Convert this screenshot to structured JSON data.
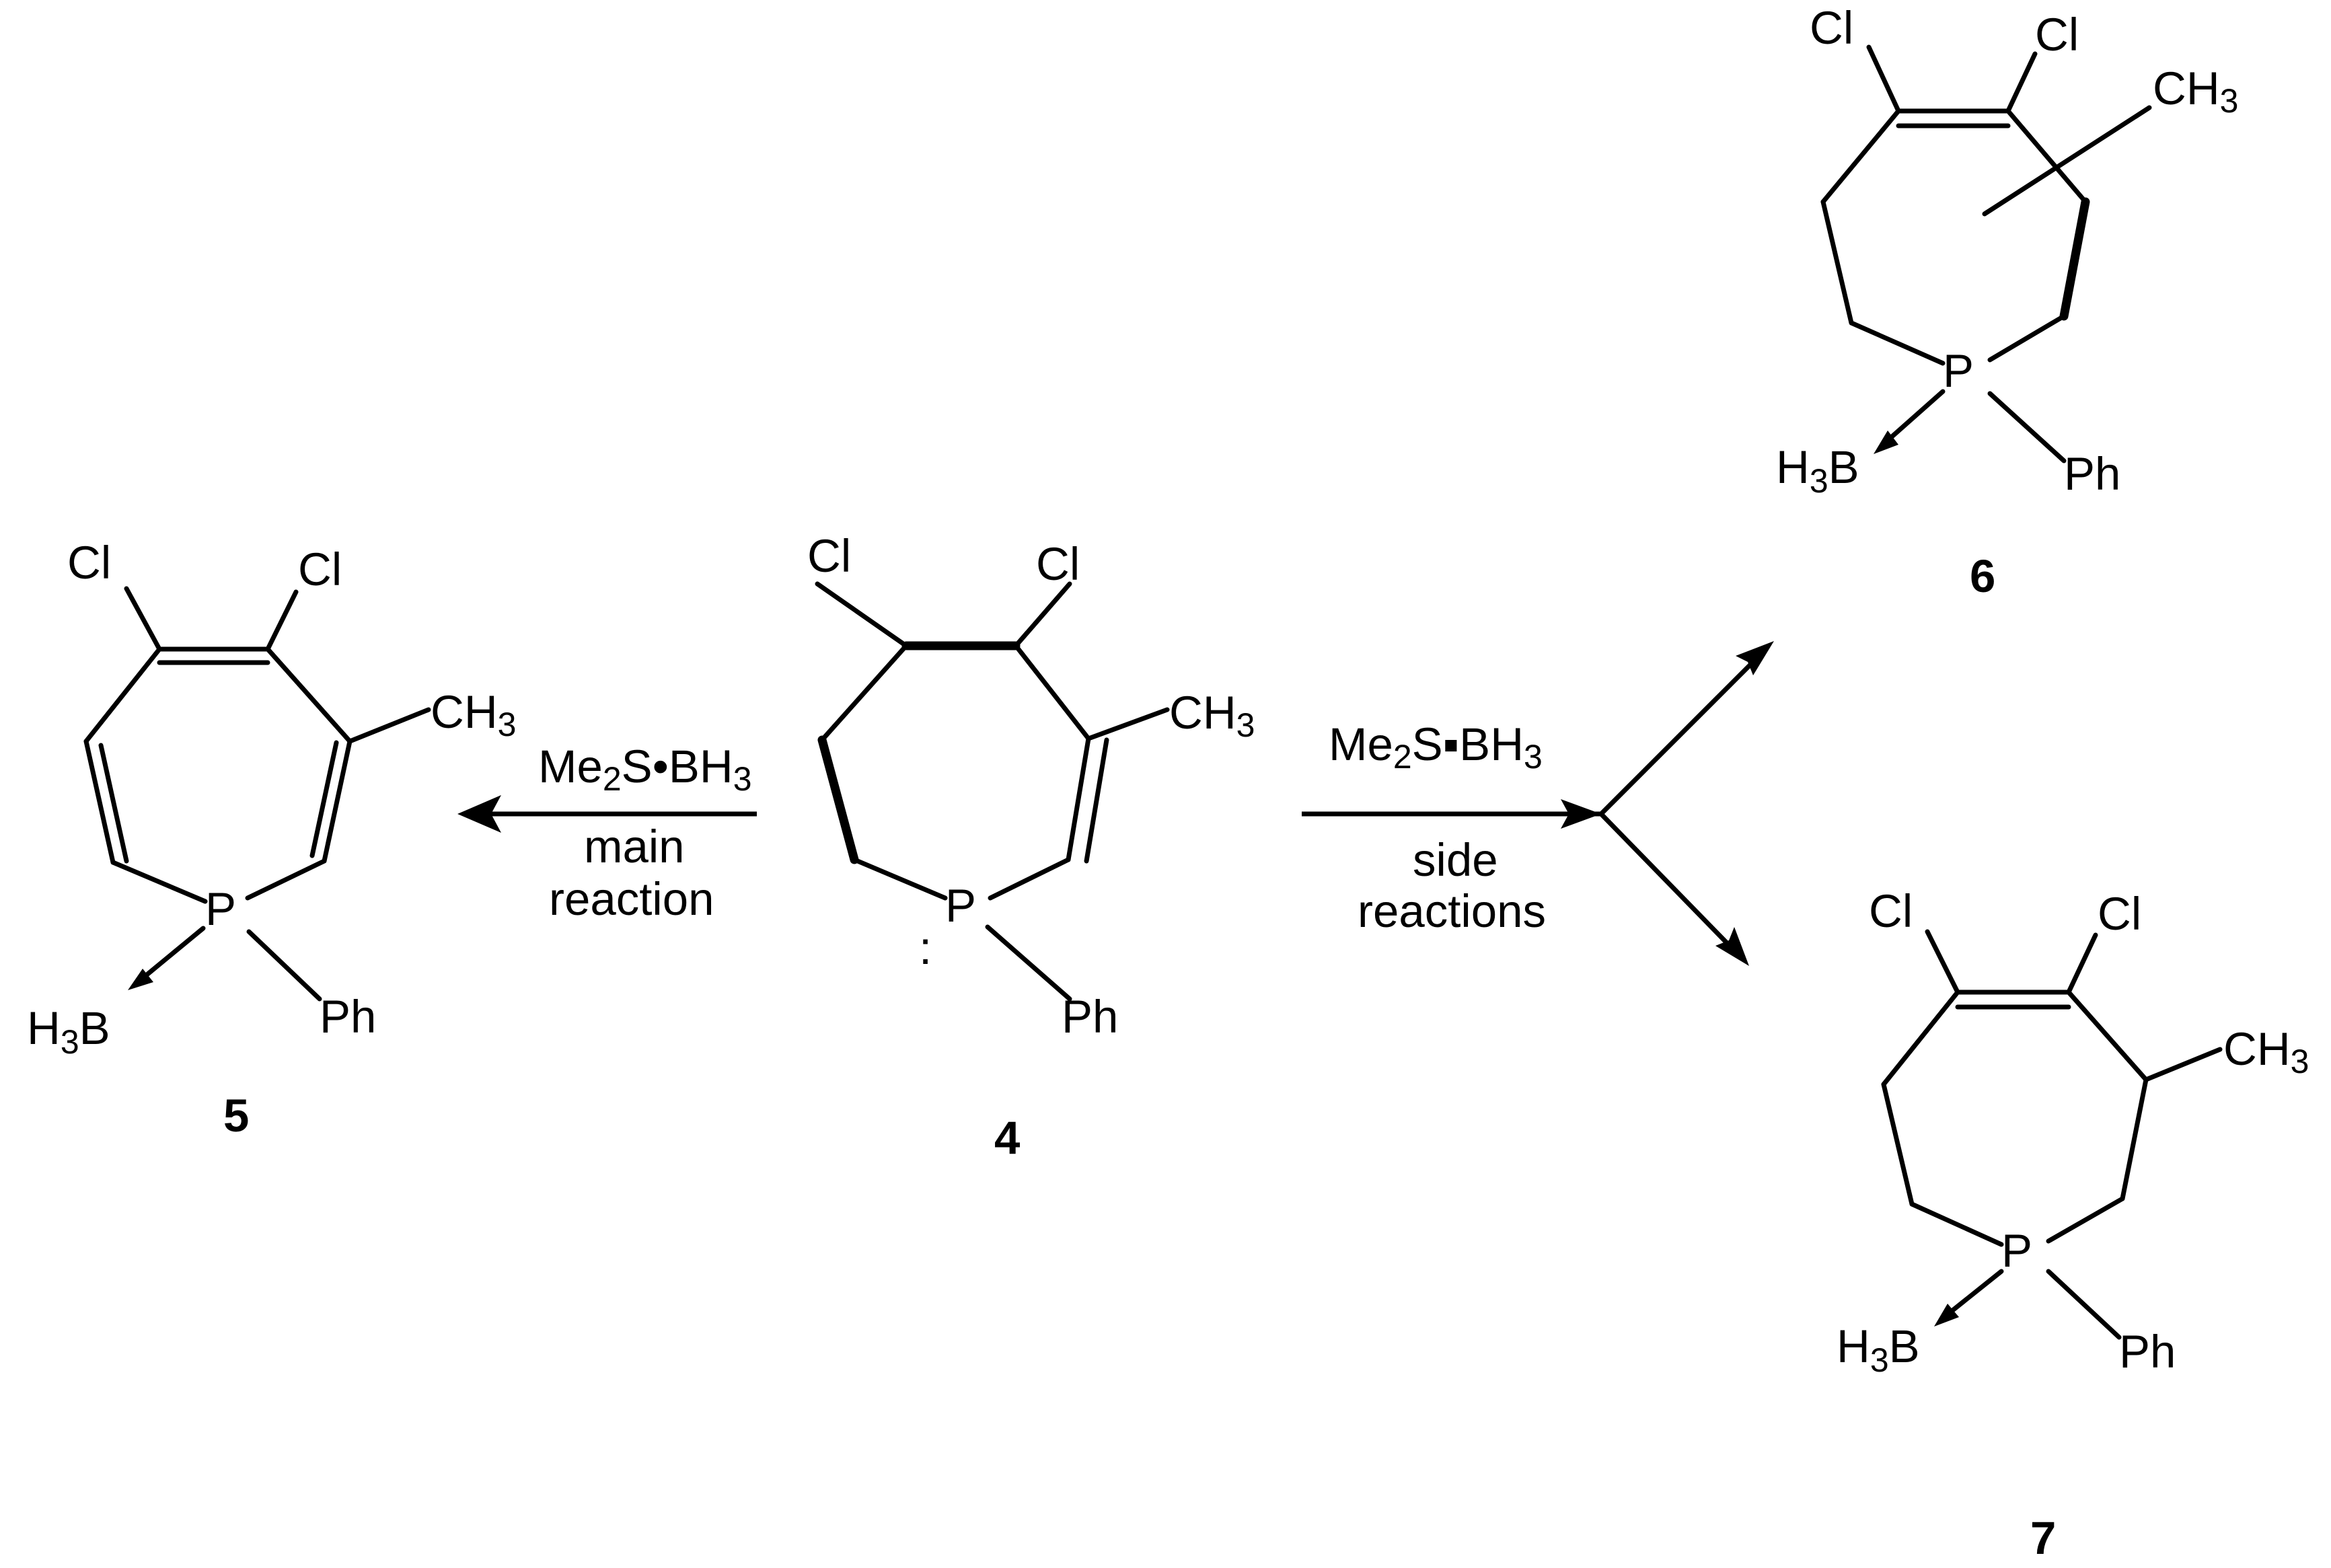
{
  "compounds": {
    "c4": {
      "label": "4",
      "atoms": {
        "cl1": "Cl",
        "cl2": "Cl",
        "ch3": "CH",
        "ch3_sub": "3",
        "p": "P",
        "lone_pair": ":",
        "ph": "Ph"
      }
    },
    "c5": {
      "label": "5",
      "atoms": {
        "cl1": "Cl",
        "cl2": "Cl",
        "ch3": "CH",
        "ch3_sub": "3",
        "p": "P",
        "h3b": "H",
        "h3b_sub": "3",
        "h3b_b": "B",
        "ph": "Ph"
      }
    },
    "c6": {
      "label": "6",
      "atoms": {
        "cl1": "Cl",
        "cl2": "Cl",
        "ch3": "CH",
        "ch3_sub": "3",
        "p": "P",
        "h3b": "H",
        "h3b_sub": "3",
        "h3b_b": "B",
        "ph": "Ph"
      }
    },
    "c7": {
      "label": "7",
      "atoms": {
        "cl1": "Cl",
        "cl2": "Cl",
        "ch3": "CH",
        "ch3_sub": "3",
        "p": "P",
        "h3b": "H",
        "h3b_sub": "3",
        "h3b_b": "B",
        "ph": "Ph"
      }
    }
  },
  "arrows": {
    "main": {
      "reagent": {
        "me": "Me",
        "me_sub": "2",
        "s": "S",
        "dot": "•",
        "bh": "BH",
        "bh_sub": "3"
      },
      "line1": "main",
      "line2": "reaction"
    },
    "side": {
      "reagent": {
        "me": "Me",
        "me_sub": "2",
        "s": "S",
        "dot": "▪",
        "bh": "BH",
        "bh_sub": "3"
      },
      "line1": "side",
      "line2": "reactions"
    }
  }
}
